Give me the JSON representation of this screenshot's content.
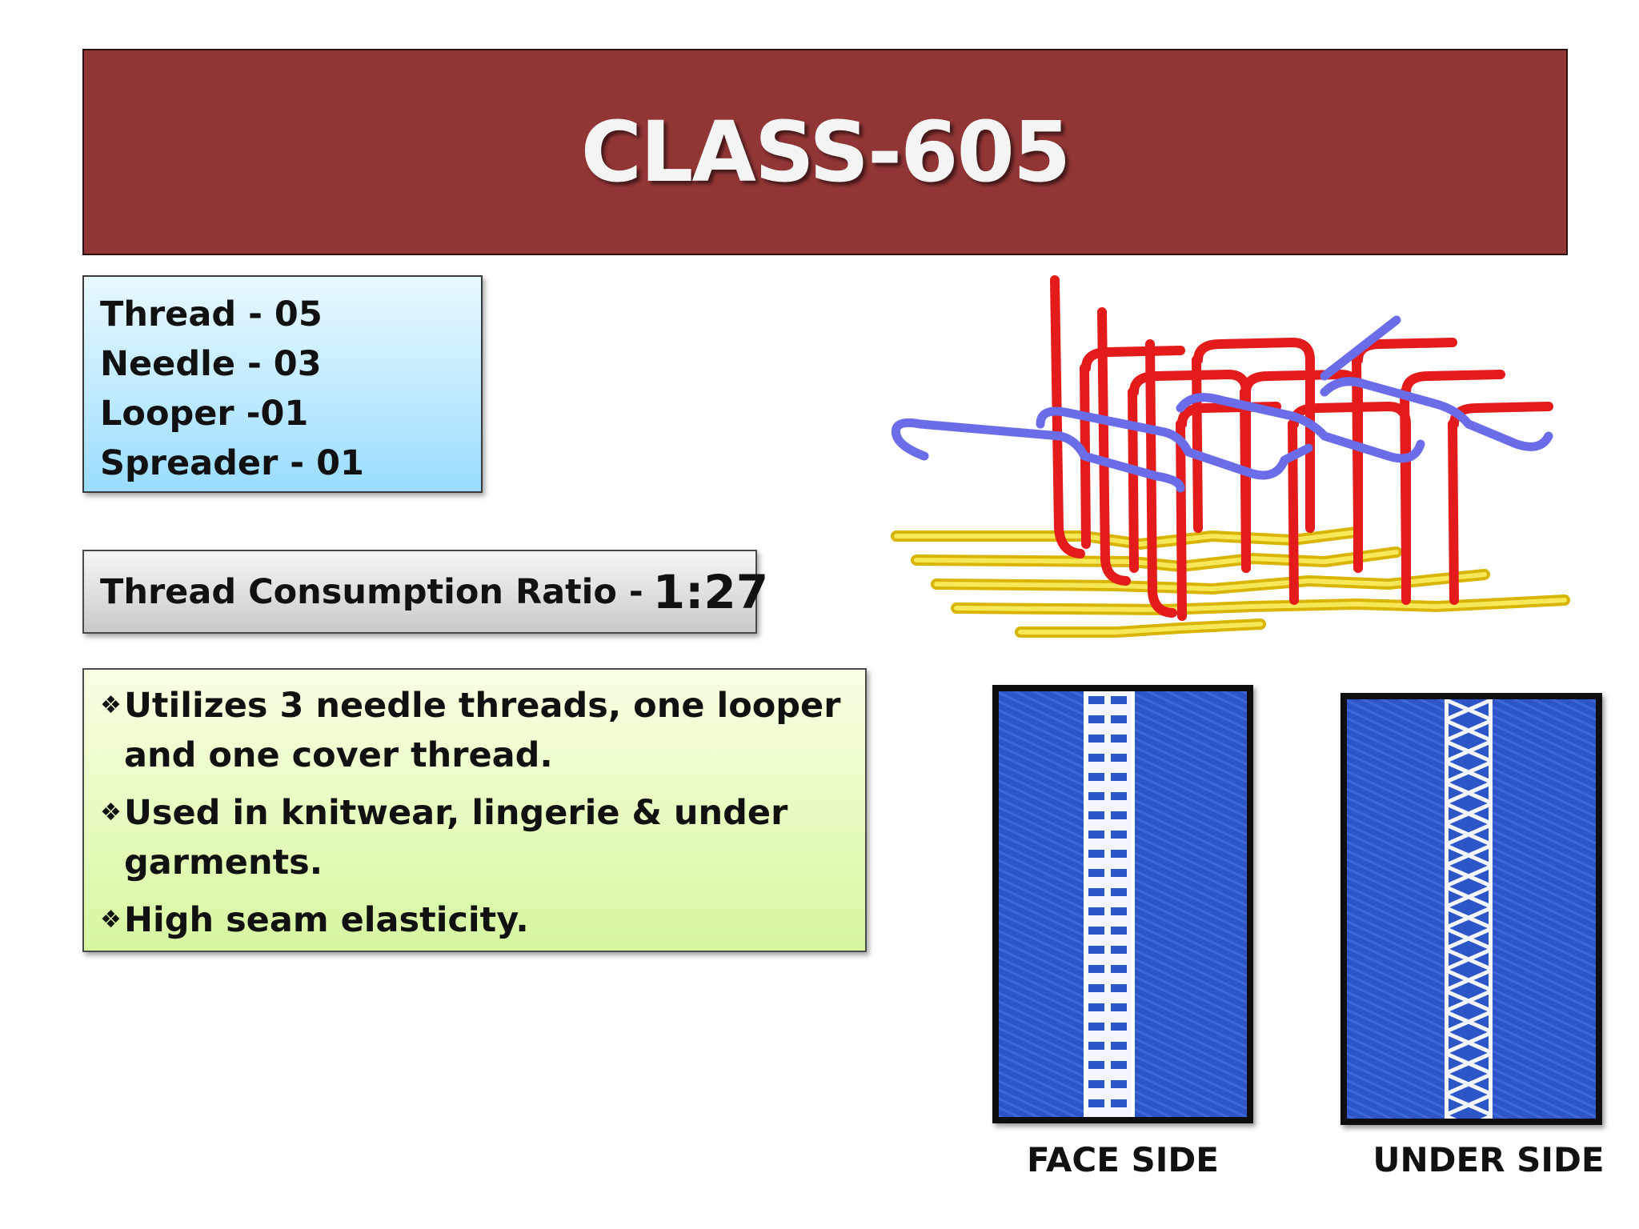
{
  "title": "CLASS-605",
  "specs": [
    "Thread - 05",
    "Needle - 03",
    "Looper -01",
    "Spreader - 01"
  ],
  "ratio": {
    "label": "Thread Consumption Ratio -",
    "value": "1:27"
  },
  "features": {
    "bullet": "❖",
    "items": [
      "Utilizes 3 needle threads, one looper and one cover thread.",
      "Used in knitwear, lingerie & under garments.",
      "High seam elasticity."
    ]
  },
  "captions": {
    "face": "FACE SIDE",
    "under": "UNDER SIDE"
  },
  "colors": {
    "banner": "#923535",
    "needle_thread": "#e31b1b",
    "looper_thread": "#f2d21c",
    "cover_thread": "#6b6de8",
    "fabric": "#2c55c8"
  }
}
